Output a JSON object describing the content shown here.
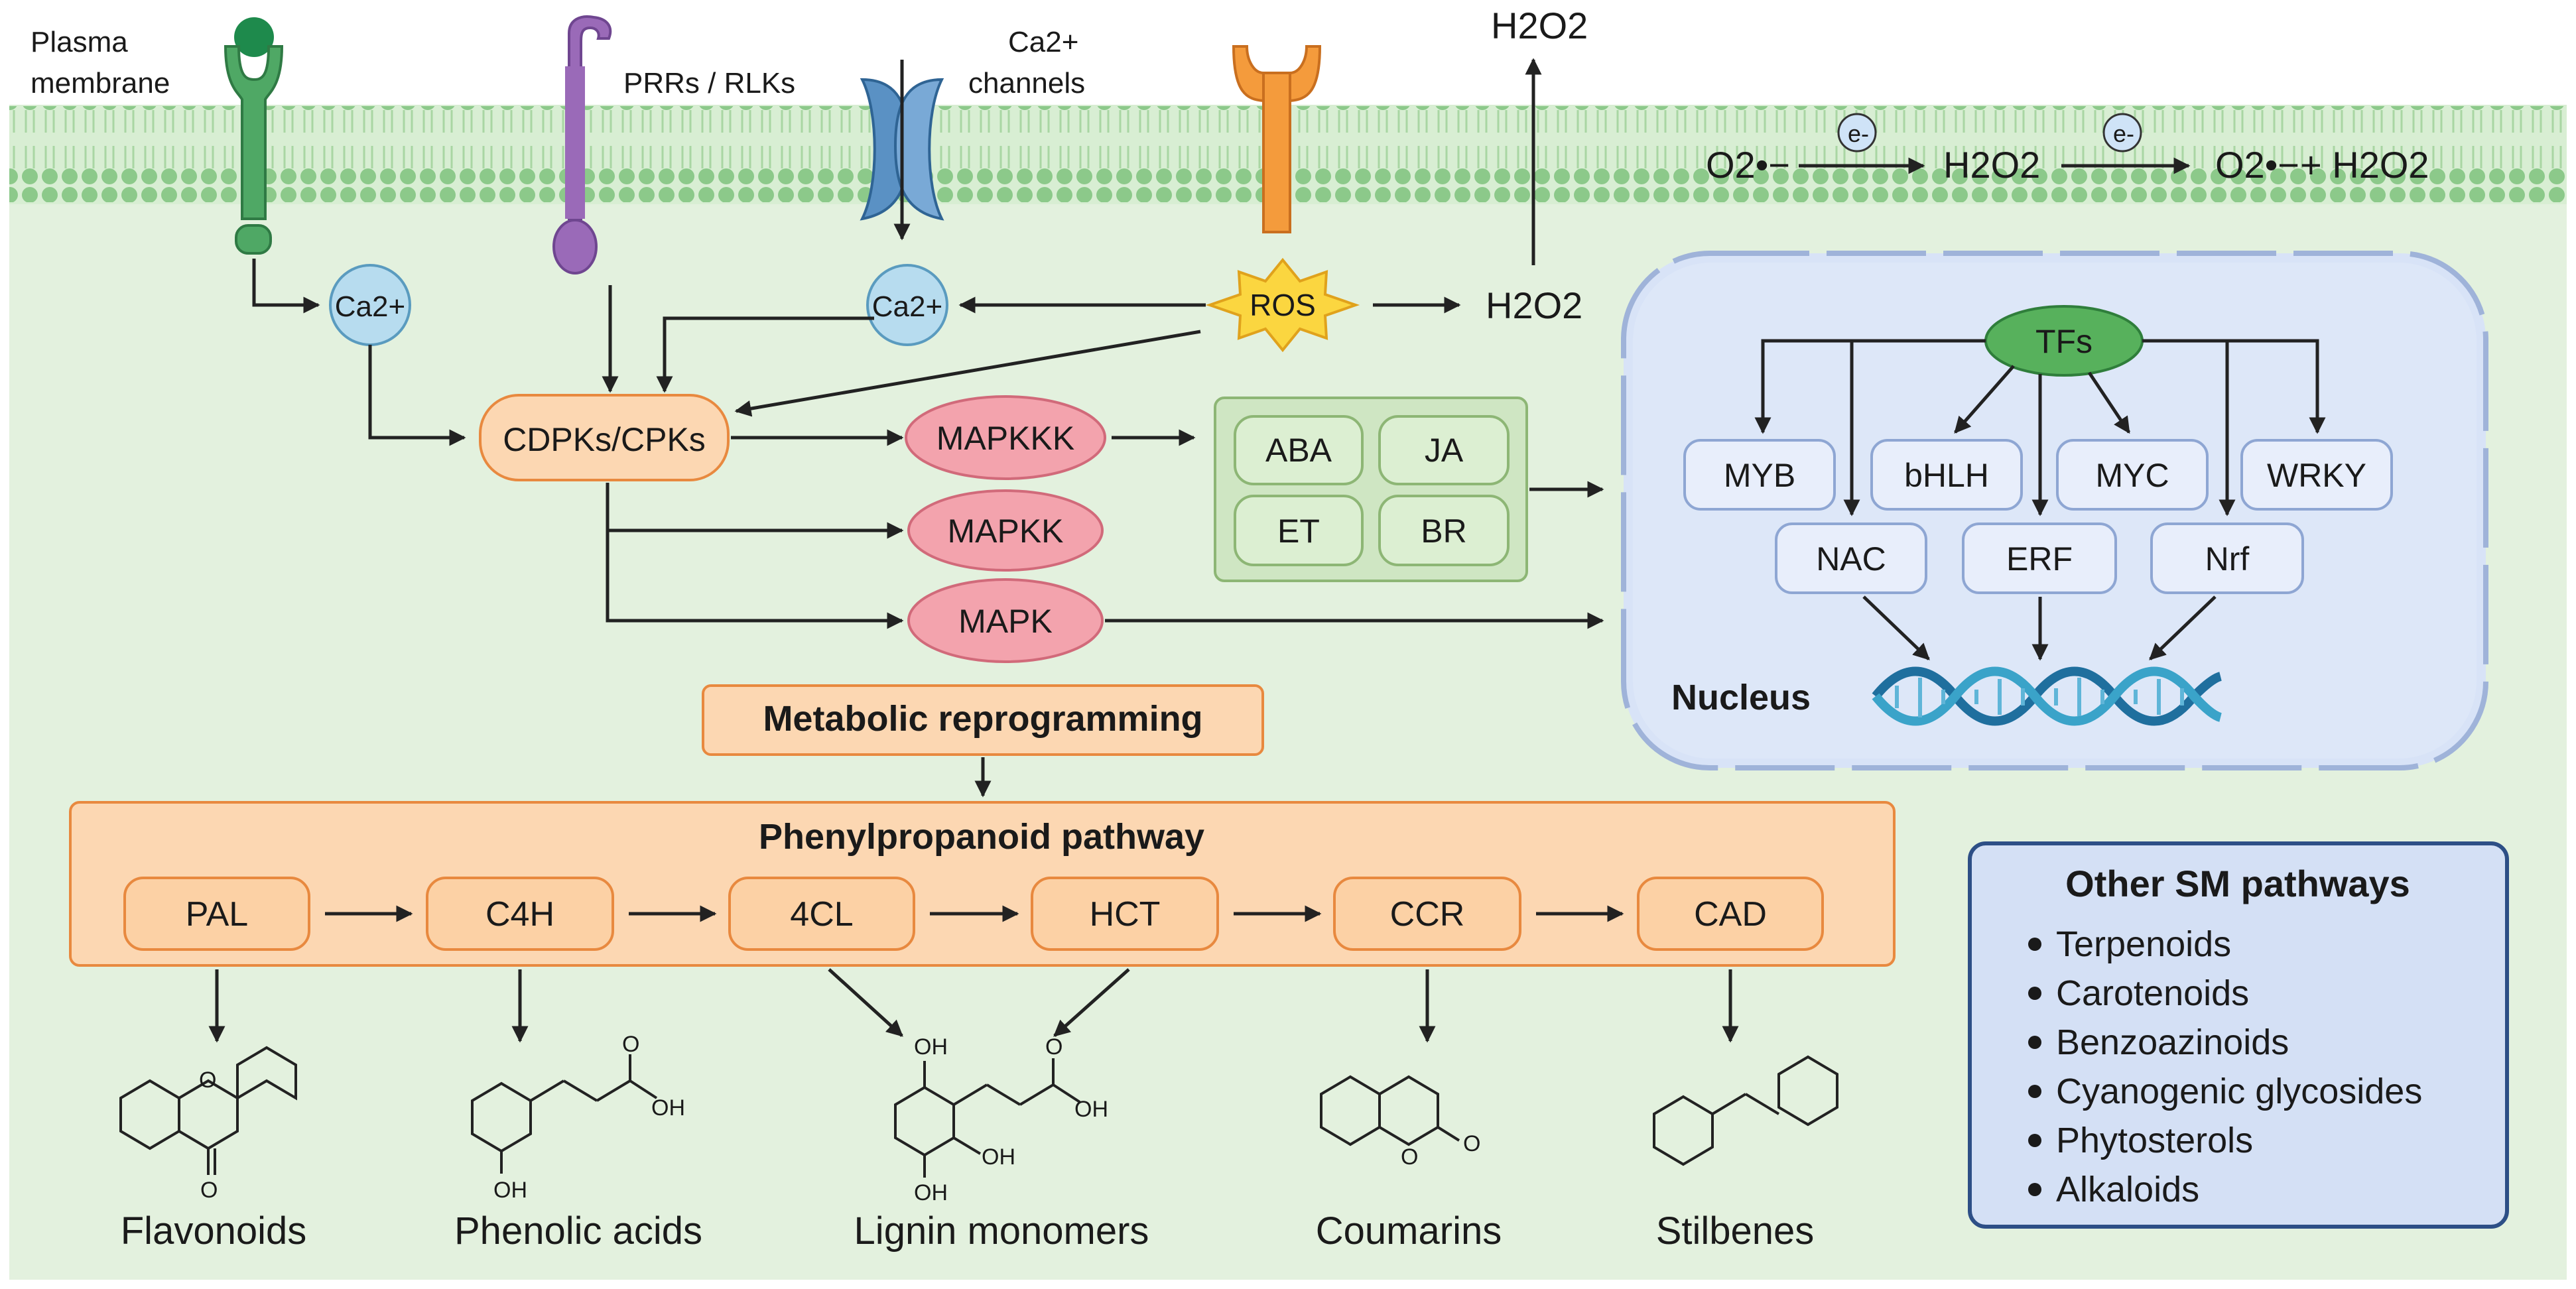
{
  "membrane": {
    "plasma_label_line1": "Plasma",
    "plasma_label_line2": "membrane",
    "prrs_label": "PRRs / RLKs",
    "ca_channels_label_line1": "Ca2+",
    "ca_channels_label_line2": "channels",
    "electron": "e-",
    "reaction": {
      "o2_radical_1": "O2•−",
      "h2o2_mid": "H2O2",
      "o2_radical_2": "O2•−",
      "plus_h2o2": "+ H2O2"
    },
    "h2o2_top": "H2O2"
  },
  "signaling": {
    "ca_left": "Ca2+",
    "ca_mid": "Ca2+",
    "ros": "ROS",
    "h2o2_right": "H2O2",
    "cdpks": "CDPKs/CPKs",
    "mapkkk": "MAPKKK",
    "mapkk": "MAPKK",
    "mapk": "MAPK",
    "hormones": [
      "ABA",
      "JA",
      "ET",
      "BR"
    ]
  },
  "nucleus": {
    "label": "Nucleus",
    "tfs": "TFs",
    "factors_row1": [
      "MYB",
      "bHLH",
      "MYC",
      "WRKY"
    ],
    "factors_row2": [
      "NAC",
      "ERF",
      "Nrf"
    ]
  },
  "metabolic": {
    "title": "Metabolic reprogramming",
    "pathway_title": "Phenylpropanoid pathway",
    "enzymes": [
      "PAL",
      "C4H",
      "4CL",
      "HCT",
      "CCR",
      "CAD"
    ],
    "products": [
      "Flavonoids",
      "Phenolic acids",
      "Lignin monomers",
      "Coumarins",
      "Stilbenes"
    ],
    "atoms": {
      "o": "O",
      "oh": "OH"
    }
  },
  "other_sm": {
    "title": "Other SM pathways",
    "items": [
      "Terpenoids",
      "Carotenoids",
      "Benzoazinoids",
      "Cyanogenic glycosides",
      "Phytosterols",
      "Alkaloids"
    ]
  },
  "colors": {
    "membrane_green": "#8cc98a",
    "cytoplasm_green": "#e3f1de",
    "nucleus_blue": "#d8e3f7",
    "orange_fill": "#fcd7b2",
    "orange_stroke": "#e8893f",
    "pink_fill": "#f3a3ad",
    "ros_yellow": "#fbd640",
    "receptor_green": "#3f9a55",
    "receptor_purple": "#9a6ab8",
    "channel_blue": "#5a91c4",
    "receptor_orange": "#f49b3c"
  }
}
